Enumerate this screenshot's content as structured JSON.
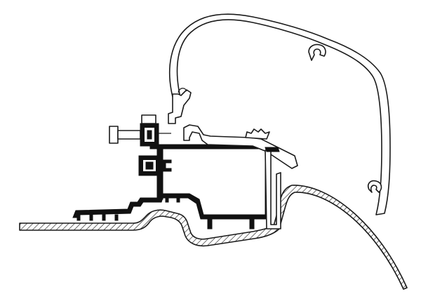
{
  "diagram": {
    "components": [
      {
        "name": "awning-cassette-profile"
      },
      {
        "name": "adapter-bracket-profile"
      },
      {
        "name": "fixing-bolt"
      },
      {
        "name": "vehicle-roof-section"
      },
      {
        "name": "roof-gutter-channel"
      }
    ],
    "colors": {
      "stroke": "#1a1a1a",
      "fill_solid": "#111111",
      "background": "#ffffff"
    }
  }
}
